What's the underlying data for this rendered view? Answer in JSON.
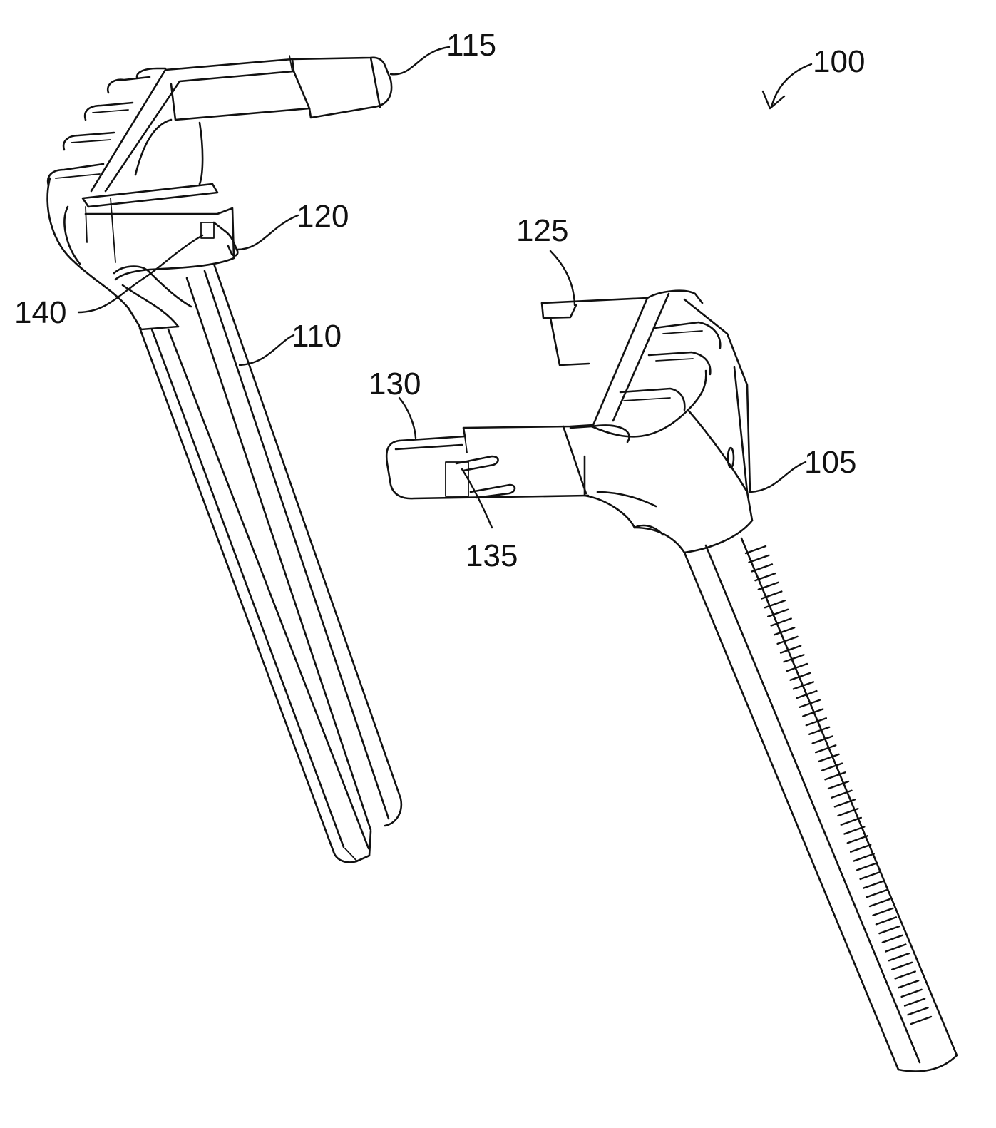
{
  "figure": {
    "assembly_label": "100",
    "labels": {
      "l105": "105",
      "l110": "110",
      "l115": "115",
      "l120": "120",
      "l125": "125",
      "l130": "130",
      "l135": "135",
      "l140": "140"
    },
    "colors": {
      "line": "#111111",
      "background": "#ffffff"
    }
  }
}
